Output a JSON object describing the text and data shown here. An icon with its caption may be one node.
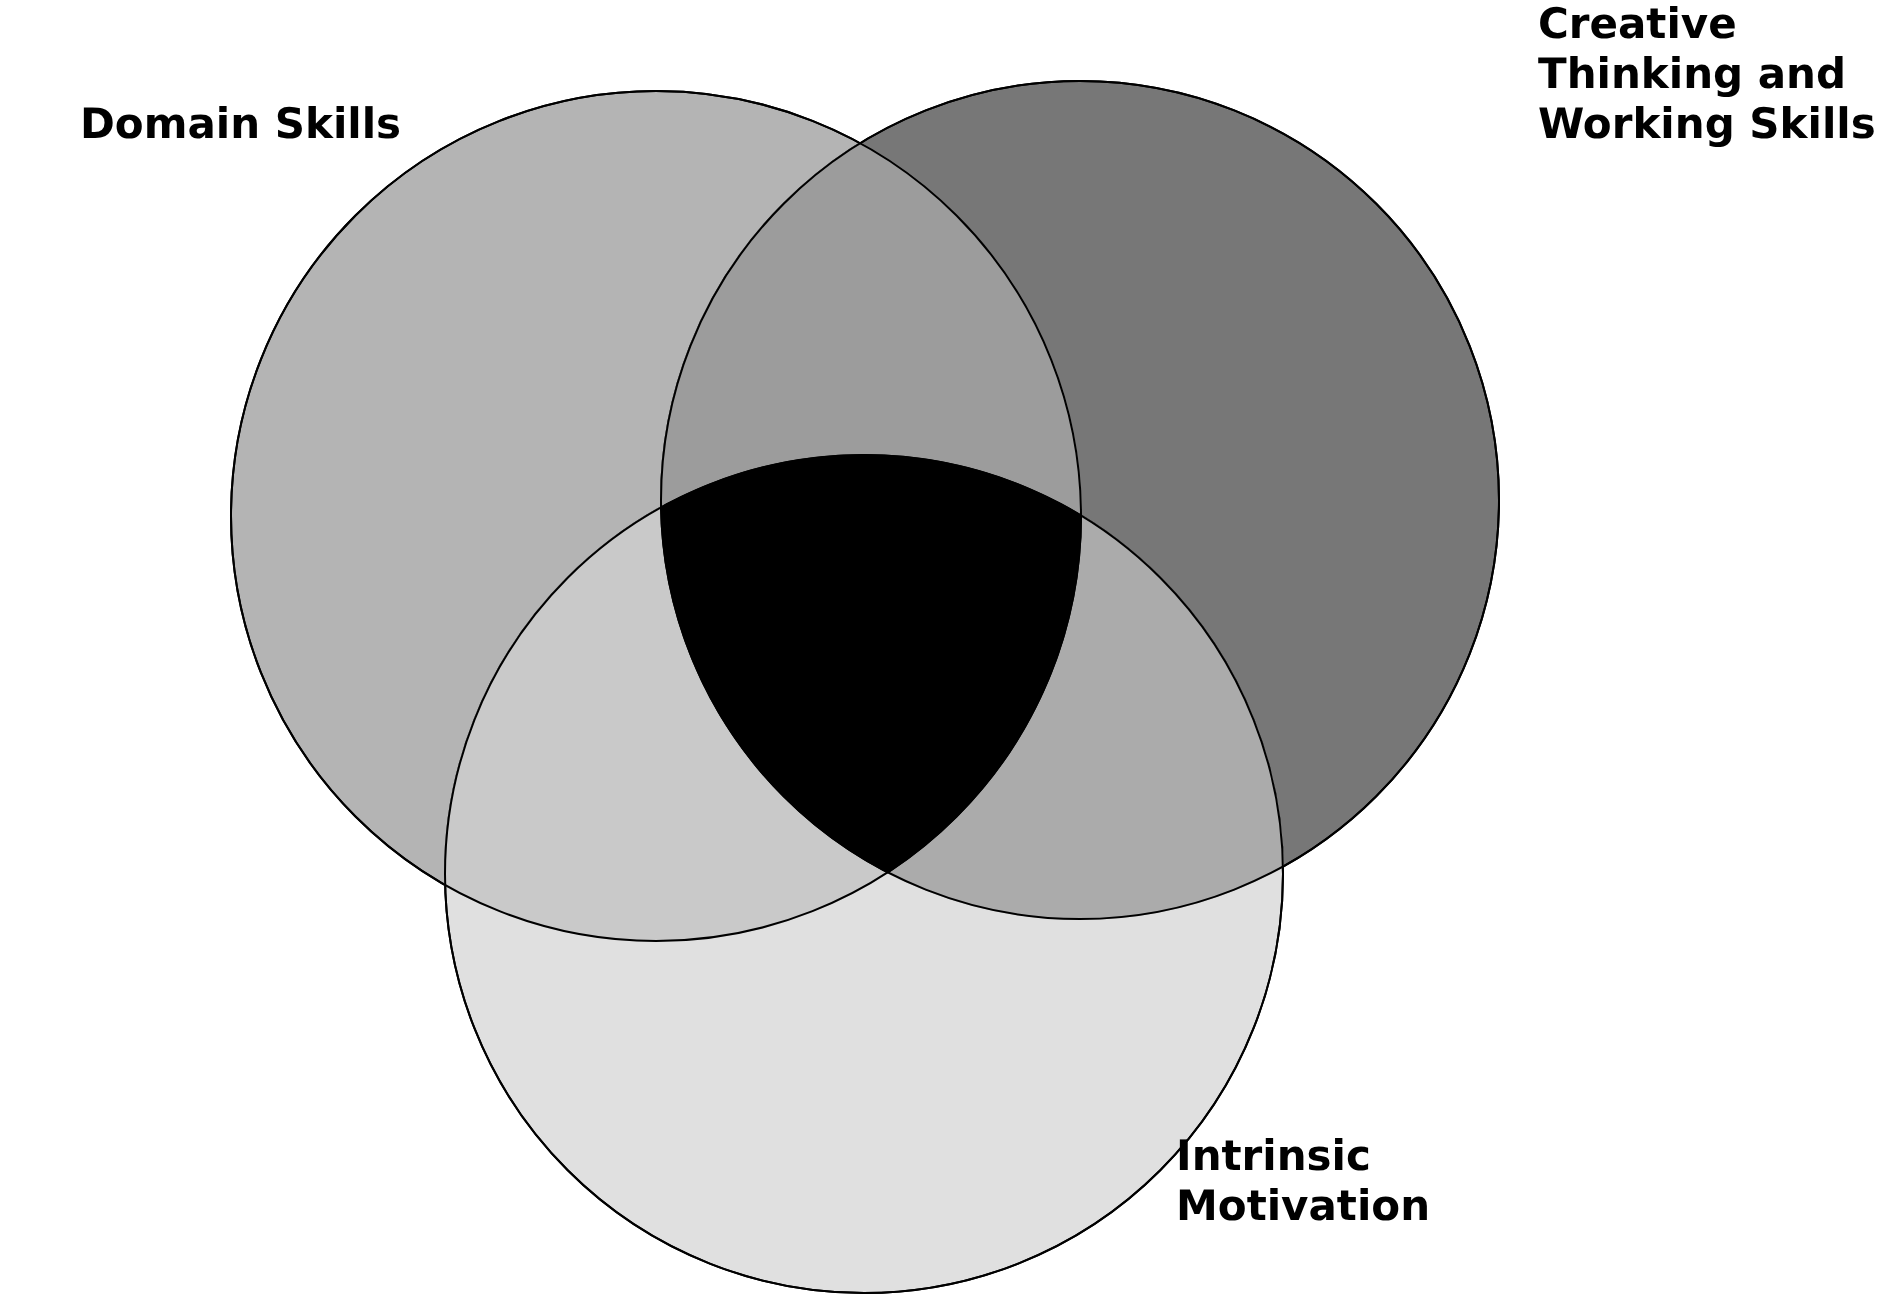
{
  "diagram": {
    "nodes": [
      {
        "text": [
          "Domain Skills"
        ]
      },
      {
        "text": [
          "Creative Thinking and Working Skills"
        ]
      },
      {
        "text": [
          "Intrinsic Motivation"
        ]
      }
    ]
  }
}
